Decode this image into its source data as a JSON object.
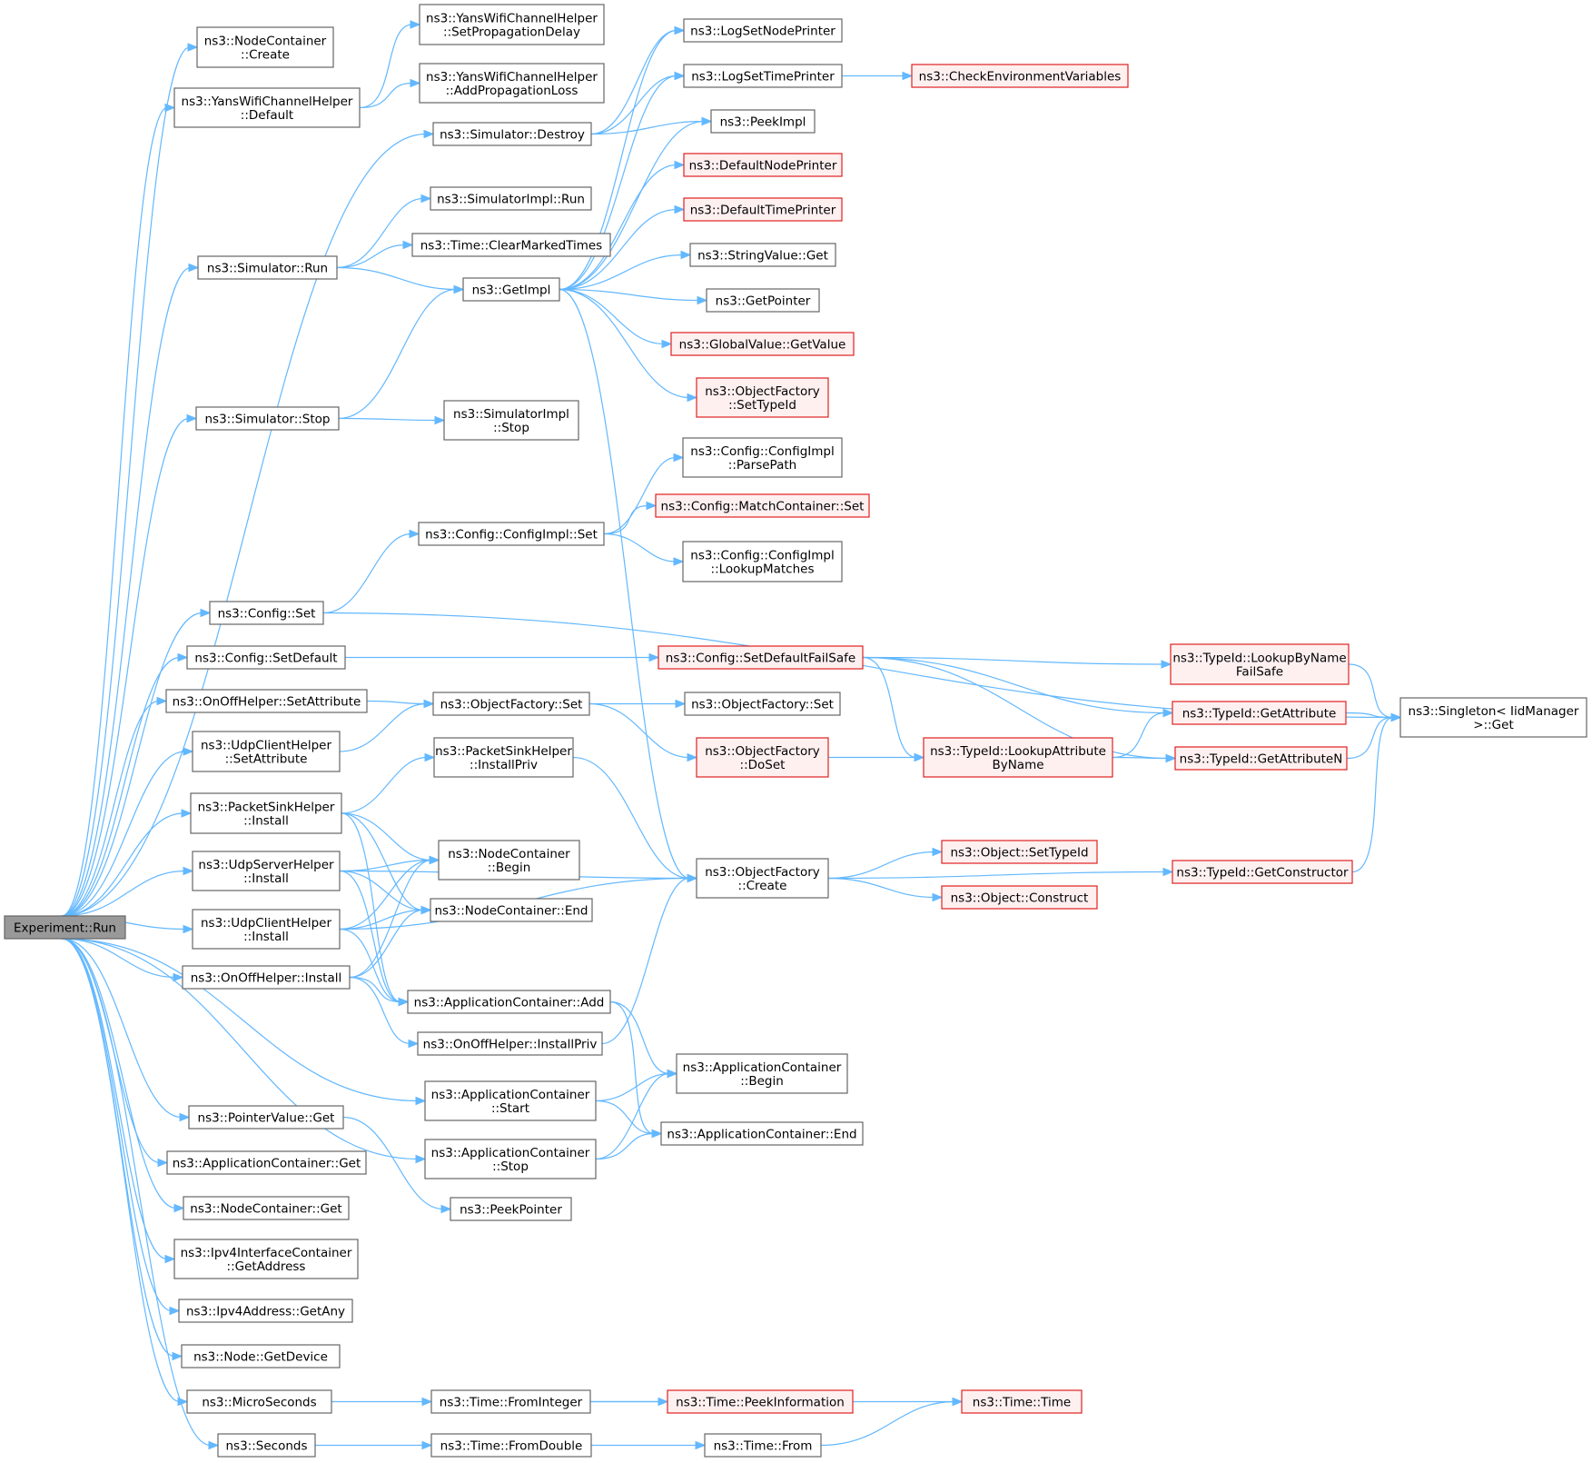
{
  "colors": {
    "edge": "#63b8ff",
    "node_border": "#666666",
    "node_border_red": "#e02020",
    "node_fill_red": "#fff0f0",
    "root_fill": "#999999"
  },
  "nodes": [
    {
      "id": "root",
      "style": "root",
      "lines": [
        "Experiment::Run"
      ]
    },
    {
      "id": "nc_create",
      "style": "normal",
      "lines": [
        "ns3::NodeContainer",
        "::Create"
      ]
    },
    {
      "id": "yans_default",
      "style": "normal",
      "lines": [
        "ns3::YansWifiChannelHelper",
        "::Default"
      ]
    },
    {
      "id": "yans_setprop",
      "style": "normal",
      "lines": [
        "ns3::YansWifiChannelHelper",
        "::SetPropagationDelay"
      ]
    },
    {
      "id": "yans_addloss",
      "style": "normal",
      "lines": [
        "ns3::YansWifiChannelHelper",
        "::AddPropagationLoss"
      ]
    },
    {
      "id": "sim_destroy",
      "style": "normal",
      "lines": [
        "ns3::Simulator::Destroy"
      ]
    },
    {
      "id": "logsetnode",
      "style": "normal",
      "lines": [
        "ns3::LogSetNodePrinter"
      ]
    },
    {
      "id": "logsettime",
      "style": "normal",
      "lines": [
        "ns3::LogSetTimePrinter"
      ]
    },
    {
      "id": "checkenv",
      "style": "red",
      "lines": [
        "ns3::CheckEnvironmentVariables"
      ]
    },
    {
      "id": "peekimpl",
      "style": "normal",
      "lines": [
        "ns3::PeekImpl"
      ]
    },
    {
      "id": "defnodeprinter",
      "style": "red",
      "lines": [
        "ns3::DefaultNodePrinter"
      ]
    },
    {
      "id": "deftimeprinter",
      "style": "red",
      "lines": [
        "ns3::DefaultTimePrinter"
      ]
    },
    {
      "id": "simimpl_run",
      "style": "normal",
      "lines": [
        "ns3::SimulatorImpl::Run"
      ]
    },
    {
      "id": "sim_run",
      "style": "normal",
      "lines": [
        "ns3::Simulator::Run"
      ]
    },
    {
      "id": "time_clear",
      "style": "normal",
      "lines": [
        "ns3::Time::ClearMarkedTimes"
      ]
    },
    {
      "id": "stringvalue_get",
      "style": "normal",
      "lines": [
        "ns3::StringValue::Get"
      ]
    },
    {
      "id": "getimpl",
      "style": "normal",
      "lines": [
        "ns3::GetImpl"
      ]
    },
    {
      "id": "getpointer",
      "style": "normal",
      "lines": [
        "ns3::GetPointer"
      ]
    },
    {
      "id": "globalvalue_getvalue",
      "style": "red",
      "lines": [
        "ns3::GlobalValue::GetValue"
      ]
    },
    {
      "id": "objfac_settypeid",
      "style": "red",
      "lines": [
        "ns3::ObjectFactory",
        "::SetTypeId"
      ]
    },
    {
      "id": "sim_stop",
      "style": "normal",
      "lines": [
        "ns3::Simulator::Stop"
      ]
    },
    {
      "id": "simimpl_stop",
      "style": "normal",
      "lines": [
        "ns3::SimulatorImpl",
        "::Stop"
      ]
    },
    {
      "id": "cfgimpl_parse",
      "style": "normal",
      "lines": [
        "ns3::Config::ConfigImpl",
        "::ParsePath"
      ]
    },
    {
      "id": "matchcontainer_set",
      "style": "red",
      "lines": [
        "ns3::Config::MatchContainer::Set"
      ]
    },
    {
      "id": "cfgimpl_set",
      "style": "normal",
      "lines": [
        "ns3::Config::ConfigImpl::Set"
      ]
    },
    {
      "id": "cfgimpl_lookup",
      "style": "normal",
      "lines": [
        "ns3::Config::ConfigImpl",
        "::LookupMatches"
      ]
    },
    {
      "id": "config_set",
      "style": "normal",
      "lines": [
        "ns3::Config::Set"
      ]
    },
    {
      "id": "config_setdefault",
      "style": "normal",
      "lines": [
        "ns3::Config::SetDefault"
      ]
    },
    {
      "id": "config_setdefaultfailsafe",
      "style": "red",
      "lines": [
        "ns3::Config::SetDefaultFailSafe"
      ]
    },
    {
      "id": "typeid_lookupbyname",
      "style": "red",
      "lines": [
        "ns3::TypeId::LookupByName",
        "FailSafe"
      ]
    },
    {
      "id": "singleton_get",
      "style": "normal",
      "lines": [
        "ns3::Singleton< IidManager",
        ">::Get"
      ]
    },
    {
      "id": "onoff_setattr",
      "style": "normal",
      "lines": [
        "ns3::OnOffHelper::SetAttribute"
      ]
    },
    {
      "id": "objfac_set",
      "style": "normal",
      "lines": [
        "ns3::ObjectFactory::Set"
      ]
    },
    {
      "id": "objfac_set2",
      "style": "normal",
      "lines": [
        "ns3::ObjectFactory::Set"
      ]
    },
    {
      "id": "typeid_getattr",
      "style": "red",
      "lines": [
        "ns3::TypeId::GetAttribute"
      ]
    },
    {
      "id": "udpclient_setattr",
      "style": "normal",
      "lines": [
        "ns3::UdpClientHelper",
        "::SetAttribute"
      ]
    },
    {
      "id": "packetsink_installpriv",
      "style": "normal",
      "lines": [
        "ns3::PacketSinkHelper",
        "::InstallPriv"
      ]
    },
    {
      "id": "objfac_doset",
      "style": "red",
      "lines": [
        "ns3::ObjectFactory",
        "::DoSet"
      ]
    },
    {
      "id": "typeid_lookupattr",
      "style": "red",
      "lines": [
        "ns3::TypeId::LookupAttribute",
        "ByName"
      ]
    },
    {
      "id": "typeid_getattrn",
      "style": "red",
      "lines": [
        "ns3::TypeId::GetAttributeN"
      ]
    },
    {
      "id": "packetsink_install",
      "style": "normal",
      "lines": [
        "ns3::PacketSinkHelper",
        "::Install"
      ]
    },
    {
      "id": "nc_begin",
      "style": "normal",
      "lines": [
        "ns3::NodeContainer",
        "::Begin"
      ]
    },
    {
      "id": "udpserver_install",
      "style": "normal",
      "lines": [
        "ns3::UdpServerHelper",
        "::Install"
      ]
    },
    {
      "id": "objfac_create",
      "style": "normal",
      "lines": [
        "ns3::ObjectFactory",
        "::Create"
      ]
    },
    {
      "id": "object_settypeid",
      "style": "red",
      "lines": [
        "ns3::Object::SetTypeId"
      ]
    },
    {
      "id": "typeid_getctor",
      "style": "red",
      "lines": [
        "ns3::TypeId::GetConstructor"
      ]
    },
    {
      "id": "object_construct",
      "style": "red",
      "lines": [
        "ns3::Object::Construct"
      ]
    },
    {
      "id": "nc_end",
      "style": "normal",
      "lines": [
        "ns3::NodeContainer::End"
      ]
    },
    {
      "id": "udpclient_install",
      "style": "normal",
      "lines": [
        "ns3::UdpClientHelper",
        "::Install"
      ]
    },
    {
      "id": "onoff_install",
      "style": "normal",
      "lines": [
        "ns3::OnOffHelper::Install"
      ]
    },
    {
      "id": "appc_add",
      "style": "normal",
      "lines": [
        "ns3::ApplicationContainer::Add"
      ]
    },
    {
      "id": "onoff_installpriv",
      "style": "normal",
      "lines": [
        "ns3::OnOffHelper::InstallPriv"
      ]
    },
    {
      "id": "appc_begin",
      "style": "normal",
      "lines": [
        "ns3::ApplicationContainer",
        "::Begin"
      ]
    },
    {
      "id": "appc_start",
      "style": "normal",
      "lines": [
        "ns3::ApplicationContainer",
        "::Start"
      ]
    },
    {
      "id": "appc_end",
      "style": "normal",
      "lines": [
        "ns3::ApplicationContainer::End"
      ]
    },
    {
      "id": "pointervalue_get",
      "style": "normal",
      "lines": [
        "ns3::PointerValue::Get"
      ]
    },
    {
      "id": "appc_stop",
      "style": "normal",
      "lines": [
        "ns3::ApplicationContainer",
        "::Stop"
      ]
    },
    {
      "id": "appc_get",
      "style": "normal",
      "lines": [
        "ns3::ApplicationContainer::Get"
      ]
    },
    {
      "id": "peekpointer",
      "style": "normal",
      "lines": [
        "ns3::PeekPointer"
      ]
    },
    {
      "id": "nc_get",
      "style": "normal",
      "lines": [
        "ns3::NodeContainer::Get"
      ]
    },
    {
      "id": "ipv4ic_getaddress",
      "style": "normal",
      "lines": [
        "ns3::Ipv4InterfaceContainer",
        "::GetAddress"
      ]
    },
    {
      "id": "ipv4addr_getany",
      "style": "normal",
      "lines": [
        "ns3::Ipv4Address::GetAny"
      ]
    },
    {
      "id": "node_getdevice",
      "style": "normal",
      "lines": [
        "ns3::Node::GetDevice"
      ]
    },
    {
      "id": "microseconds",
      "style": "normal",
      "lines": [
        "ns3::MicroSeconds"
      ]
    },
    {
      "id": "time_frominteger",
      "style": "normal",
      "lines": [
        "ns3::Time::FromInteger"
      ]
    },
    {
      "id": "time_peekinfo",
      "style": "red",
      "lines": [
        "ns3::Time::PeekInformation"
      ]
    },
    {
      "id": "time_time",
      "style": "red",
      "lines": [
        "ns3::Time::Time"
      ]
    },
    {
      "id": "seconds",
      "style": "normal",
      "lines": [
        "ns3::Seconds"
      ]
    },
    {
      "id": "time_fromdouble",
      "style": "normal",
      "lines": [
        "ns3::Time::FromDouble"
      ]
    },
    {
      "id": "time_from",
      "style": "normal",
      "lines": [
        "ns3::Time::From"
      ]
    }
  ],
  "edges": [
    [
      "root",
      "nc_create"
    ],
    [
      "root",
      "yans_default"
    ],
    [
      "root",
      "sim_destroy"
    ],
    [
      "root",
      "sim_run"
    ],
    [
      "root",
      "sim_stop"
    ],
    [
      "root",
      "config_set"
    ],
    [
      "root",
      "config_setdefault"
    ],
    [
      "root",
      "onoff_setattr"
    ],
    [
      "root",
      "udpclient_setattr"
    ],
    [
      "root",
      "packetsink_install"
    ],
    [
      "root",
      "udpserver_install"
    ],
    [
      "root",
      "udpclient_install"
    ],
    [
      "root",
      "onoff_install"
    ],
    [
      "root",
      "appc_start"
    ],
    [
      "root",
      "appc_stop"
    ],
    [
      "root",
      "pointervalue_get"
    ],
    [
      "root",
      "appc_get"
    ],
    [
      "root",
      "nc_get"
    ],
    [
      "root",
      "ipv4ic_getaddress"
    ],
    [
      "root",
      "ipv4addr_getany"
    ],
    [
      "root",
      "node_getdevice"
    ],
    [
      "root",
      "microseconds"
    ],
    [
      "root",
      "seconds"
    ],
    [
      "yans_default",
      "yans_setprop"
    ],
    [
      "yans_default",
      "yans_addloss"
    ],
    [
      "sim_destroy",
      "logsetnode"
    ],
    [
      "sim_destroy",
      "logsettime"
    ],
    [
      "sim_destroy",
      "peekimpl"
    ],
    [
      "logsettime",
      "checkenv"
    ],
    [
      "sim_run",
      "simimpl_run"
    ],
    [
      "sim_run",
      "time_clear"
    ],
    [
      "sim_run",
      "getimpl"
    ],
    [
      "getimpl",
      "logsetnode"
    ],
    [
      "getimpl",
      "logsettime"
    ],
    [
      "getimpl",
      "peekimpl"
    ],
    [
      "getimpl",
      "defnodeprinter"
    ],
    [
      "getimpl",
      "deftimeprinter"
    ],
    [
      "getimpl",
      "stringvalue_get"
    ],
    [
      "getimpl",
      "getpointer"
    ],
    [
      "getimpl",
      "globalvalue_getvalue"
    ],
    [
      "getimpl",
      "objfac_settypeid"
    ],
    [
      "getimpl",
      "objfac_create"
    ],
    [
      "sim_stop",
      "getimpl"
    ],
    [
      "sim_stop",
      "simimpl_stop"
    ],
    [
      "cfgimpl_set",
      "cfgimpl_parse"
    ],
    [
      "cfgimpl_set",
      "matchcontainer_set"
    ],
    [
      "cfgimpl_set",
      "cfgimpl_lookup"
    ],
    [
      "config_set",
      "cfgimpl_set"
    ],
    [
      "config_set",
      "singleton_get"
    ],
    [
      "config_setdefault",
      "config_setdefaultfailsafe"
    ],
    [
      "config_setdefaultfailsafe",
      "typeid_lookupbyname"
    ],
    [
      "config_setdefaultfailsafe",
      "typeid_getattr"
    ],
    [
      "config_setdefaultfailsafe",
      "typeid_lookupattr"
    ],
    [
      "config_setdefaultfailsafe",
      "typeid_getattrn"
    ],
    [
      "typeid_lookupbyname",
      "singleton_get"
    ],
    [
      "typeid_getattr",
      "singleton_get"
    ],
    [
      "typeid_getattrn",
      "singleton_get"
    ],
    [
      "typeid_getctor",
      "singleton_get"
    ],
    [
      "onoff_setattr",
      "objfac_set"
    ],
    [
      "udpclient_setattr",
      "objfac_set"
    ],
    [
      "objfac_set",
      "objfac_set2"
    ],
    [
      "objfac_set",
      "objfac_doset"
    ],
    [
      "objfac_doset",
      "typeid_lookupattr"
    ],
    [
      "typeid_lookupattr",
      "typeid_getattr"
    ],
    [
      "typeid_lookupattr",
      "typeid_getattrn"
    ],
    [
      "packetsink_install",
      "packetsink_installpriv"
    ],
    [
      "packetsink_install",
      "nc_begin"
    ],
    [
      "packetsink_install",
      "nc_end"
    ],
    [
      "packetsink_install",
      "appc_add"
    ],
    [
      "packetsink_installpriv",
      "objfac_create"
    ],
    [
      "udpserver_install",
      "objfac_create"
    ],
    [
      "udpserver_install",
      "nc_begin"
    ],
    [
      "udpserver_install",
      "nc_end"
    ],
    [
      "udpserver_install",
      "appc_add"
    ],
    [
      "udpclient_install",
      "nc_begin"
    ],
    [
      "udpclient_install",
      "nc_end"
    ],
    [
      "udpclient_install",
      "objfac_create"
    ],
    [
      "udpclient_install",
      "appc_add"
    ],
    [
      "onoff_install",
      "nc_begin"
    ],
    [
      "onoff_install",
      "nc_end"
    ],
    [
      "onoff_install",
      "appc_add"
    ],
    [
      "onoff_install",
      "onoff_installpriv"
    ],
    [
      "onoff_installpriv",
      "objfac_create"
    ],
    [
      "objfac_create",
      "object_settypeid"
    ],
    [
      "objfac_create",
      "object_construct"
    ],
    [
      "objfac_create",
      "typeid_getctor"
    ],
    [
      "appc_add",
      "appc_begin"
    ],
    [
      "appc_add",
      "appc_end"
    ],
    [
      "appc_start",
      "appc_begin"
    ],
    [
      "appc_start",
      "appc_end"
    ],
    [
      "appc_stop",
      "appc_begin"
    ],
    [
      "appc_stop",
      "appc_end"
    ],
    [
      "pointervalue_get",
      "peekpointer"
    ],
    [
      "microseconds",
      "time_frominteger"
    ],
    [
      "time_frominteger",
      "time_peekinfo"
    ],
    [
      "time_frominteger",
      "time_time"
    ],
    [
      "seconds",
      "time_fromdouble"
    ],
    [
      "time_fromdouble",
      "time_from"
    ],
    [
      "time_from",
      "time_time"
    ]
  ]
}
